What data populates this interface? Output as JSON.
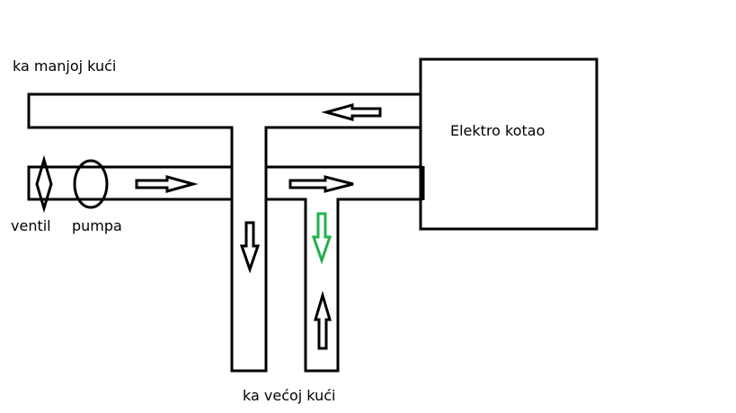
{
  "labels": {
    "smaller_house": "ka manjoj kući",
    "larger_house": "ka većoj kući",
    "boiler": "Elektro kotao",
    "valve": "ventil",
    "pump": "pumpa"
  },
  "colors": {
    "line": "#000000",
    "highlight_arrow": "#22b14c"
  }
}
